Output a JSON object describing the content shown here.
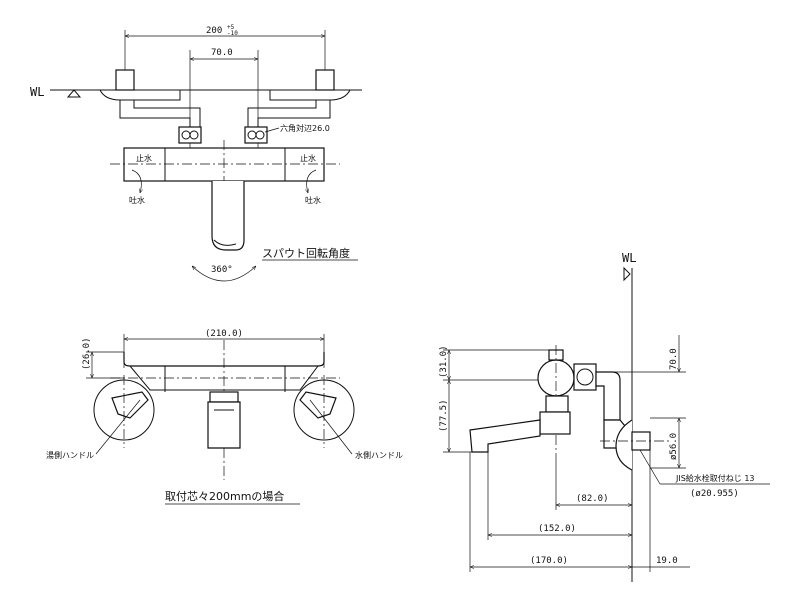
{
  "front_view": {
    "water_line_label": "WL",
    "width_dim": "200",
    "width_tol_upper": "+5",
    "width_tol_lower": "-10",
    "eccentric_dim": "70.0",
    "hex_label": "六角対辺26.0",
    "stop_left": "止水",
    "stop_right": "止水",
    "flow_left": "吐水",
    "flow_right": "吐水",
    "spout_caption": "スパウト回転角度",
    "spout_angle": "360°"
  },
  "top_view": {
    "width_dim": "(210.0)",
    "depth_dim": "(26.0)",
    "hot_handle": "湯側ハンドル",
    "cold_handle": "水側ハンドル",
    "caption": "取付芯々200mmの場合"
  },
  "side_view": {
    "water_line_label": "WL",
    "dim_31": "(31.0)",
    "dim_775": "(77.5)",
    "dim_70": "70.0",
    "dim_56": "ø56.0",
    "dim_82": "(82.0)",
    "dim_152": "(152.0)",
    "dim_170": "(170.0)",
    "dim_19": "19.0",
    "jis_label": "JIS給水栓取付ねじ 13",
    "jis_sub": "(ø20.955)"
  }
}
